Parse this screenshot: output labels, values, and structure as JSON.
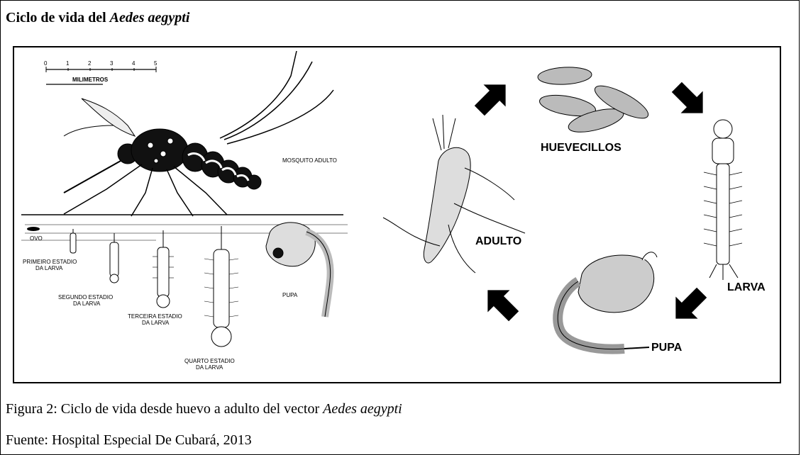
{
  "title": {
    "prefix": "Ciclo de vida del ",
    "italic": "Aedes aegypti"
  },
  "figure": {
    "scale": {
      "ticks": [
        "0",
        "1",
        "2",
        "3",
        "4",
        "5"
      ],
      "label": "MILIMETROS"
    },
    "left_labels": {
      "adult": "MOSQUITO ADULTO",
      "egg": "OVO",
      "larva1_line1": "PRIMEIRO ESTADIO",
      "larva1_line2": "DA LARVA",
      "larva2_line1": "SEGUNDO ESTADIO",
      "larva2_line2": "DA LARVA",
      "larva3_line1": "TERCEIRA ESTADIO",
      "larva3_line2": "DA LARVA",
      "larva4_line1": "QUARTO ESTADIO",
      "larva4_line2": "DA LARVA",
      "pupa": "PUPA"
    },
    "cycle_labels": {
      "eggs": "HUEVECILLOS",
      "larva": "LARVA",
      "pupa": "PUPA",
      "adult": "ADULTO"
    }
  },
  "caption": {
    "prefix": "Figura 2: Ciclo de vida desde huevo a adulto del vector ",
    "italic": "Aedes aegypti"
  },
  "source": "Fuente: Hospital Especial De Cubará, 2013"
}
